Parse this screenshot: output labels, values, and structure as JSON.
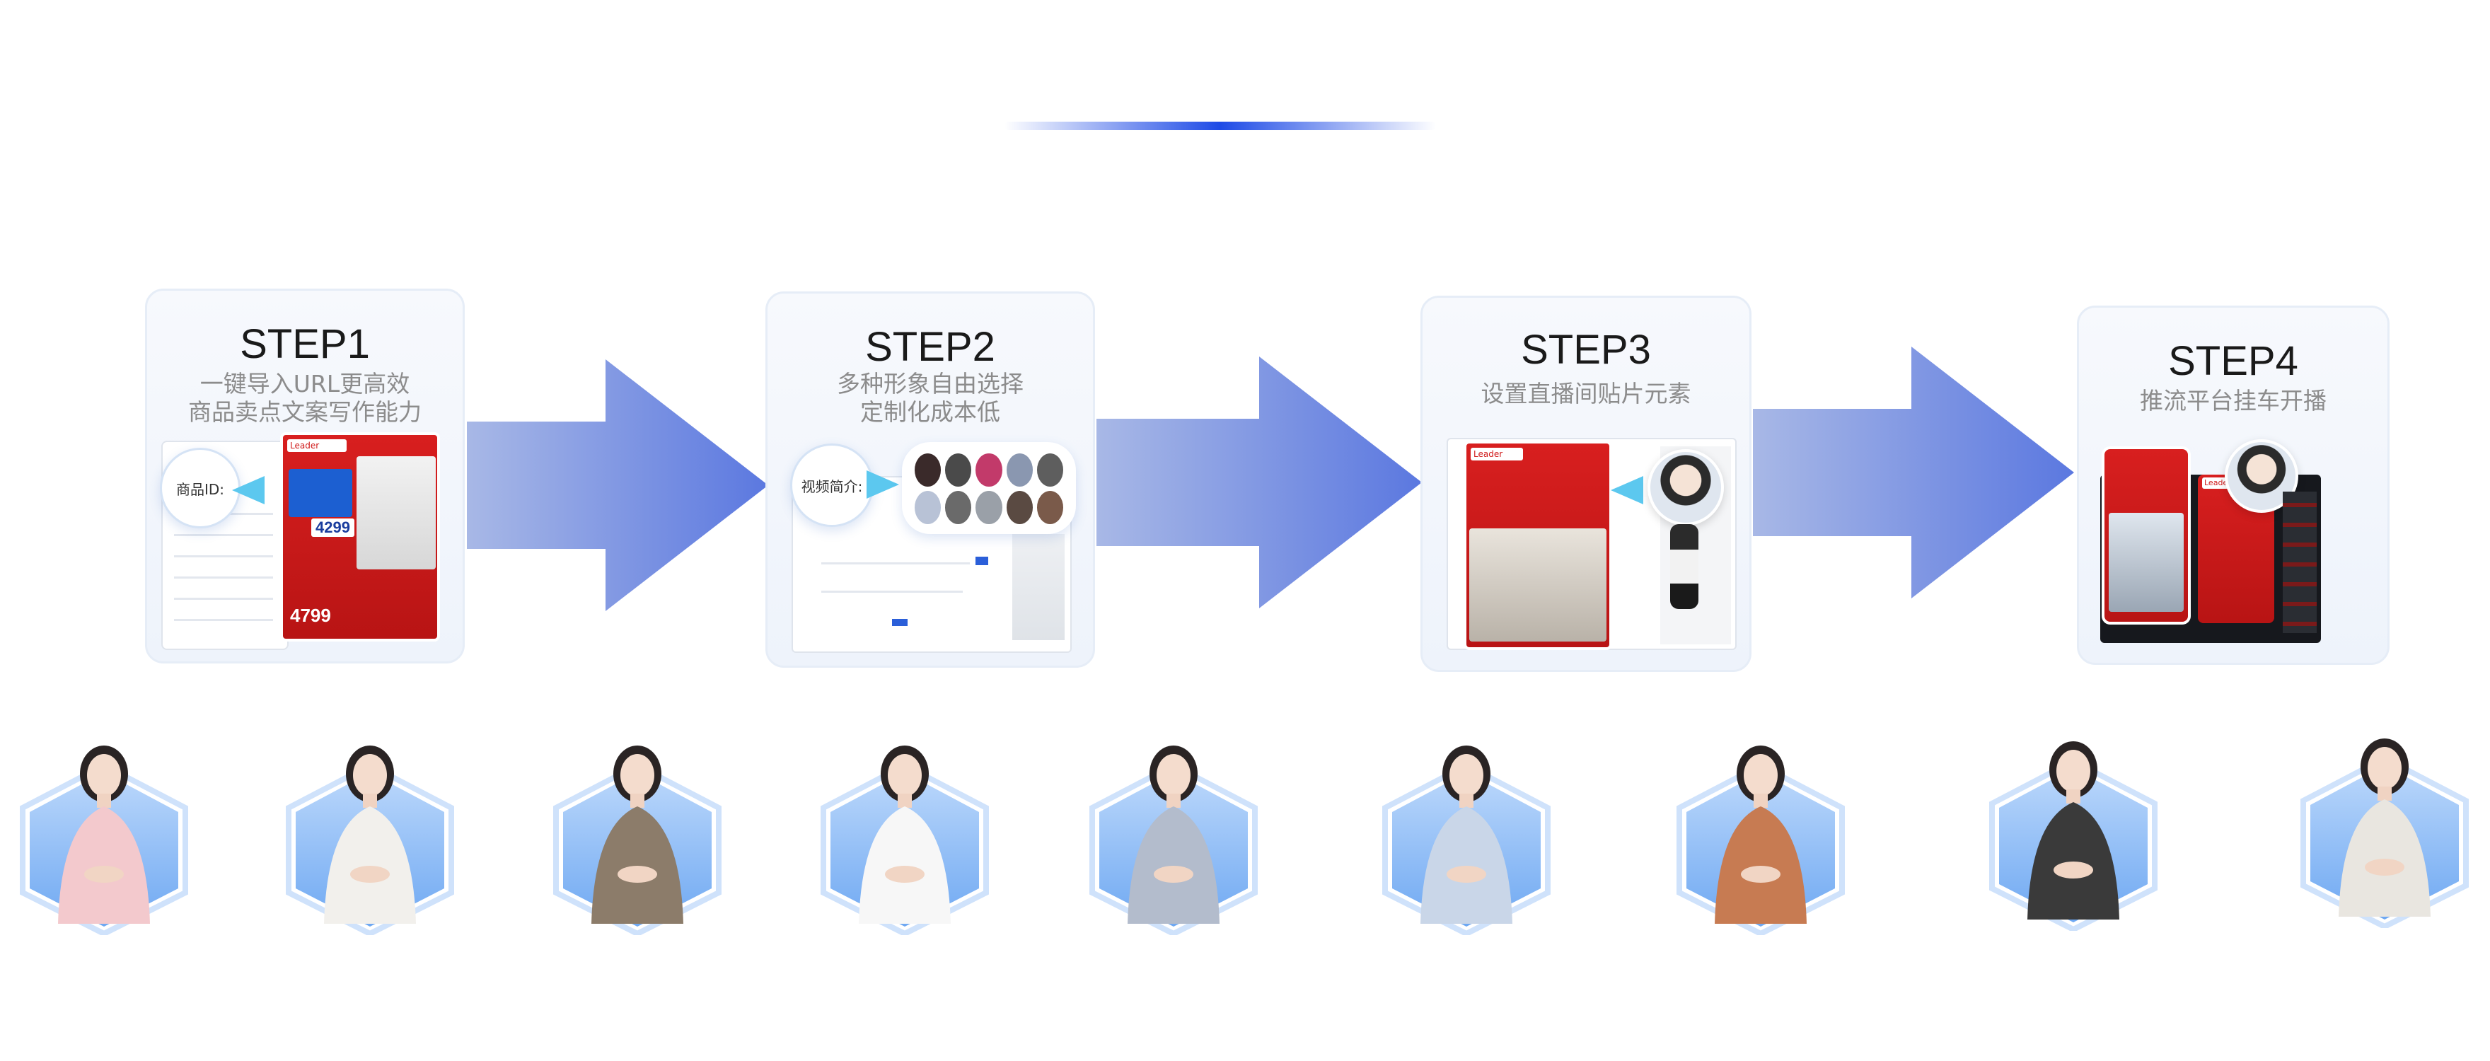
{
  "steps": [
    {
      "title": "STEP1",
      "line1": "一键导入URL更高效",
      "line2": "商品卖点文案写作能力",
      "bubble": "商品ID:",
      "brand": "Leader",
      "price_main": "4299",
      "price_bottom": "4799"
    },
    {
      "title": "STEP2",
      "line1": "多种形象自由选择",
      "line2": "定制化成本低",
      "bubble": "视频简介:"
    },
    {
      "title": "STEP3",
      "line1": "设置直播间贴片元素",
      "line2": "",
      "brand": "Leader"
    },
    {
      "title": "STEP4",
      "line1": "推流平台挂车开播",
      "line2": "",
      "brand": "Leader"
    }
  ],
  "avatars": [
    {
      "name": "presenter-pink-cardigan",
      "color": "#f3c9cd"
    },
    {
      "name": "presenter-white-sweater",
      "color": "#f2f0ec"
    },
    {
      "name": "presenter-olive-top",
      "color": "#8c7c6a"
    },
    {
      "name": "presenter-white-jacket",
      "color": "#f7f7f7"
    },
    {
      "name": "presenter-grey-cardigan",
      "color": "#b3bccc"
    },
    {
      "name": "presenter-light-blue",
      "color": "#c9d6e8"
    },
    {
      "name": "presenter-orange-plaid",
      "color": "#c77b52"
    },
    {
      "name": "presenter-houndstooth",
      "color": "#3a3a3a"
    },
    {
      "name": "presenter-tie-vest",
      "color": "#e9e6e0"
    }
  ],
  "colors": {
    "accent": "#1d4ae6",
    "arrow_start": "#a8b8e6",
    "arrow_end": "#5b78e0",
    "hex_blue": "#7fb2f5"
  }
}
